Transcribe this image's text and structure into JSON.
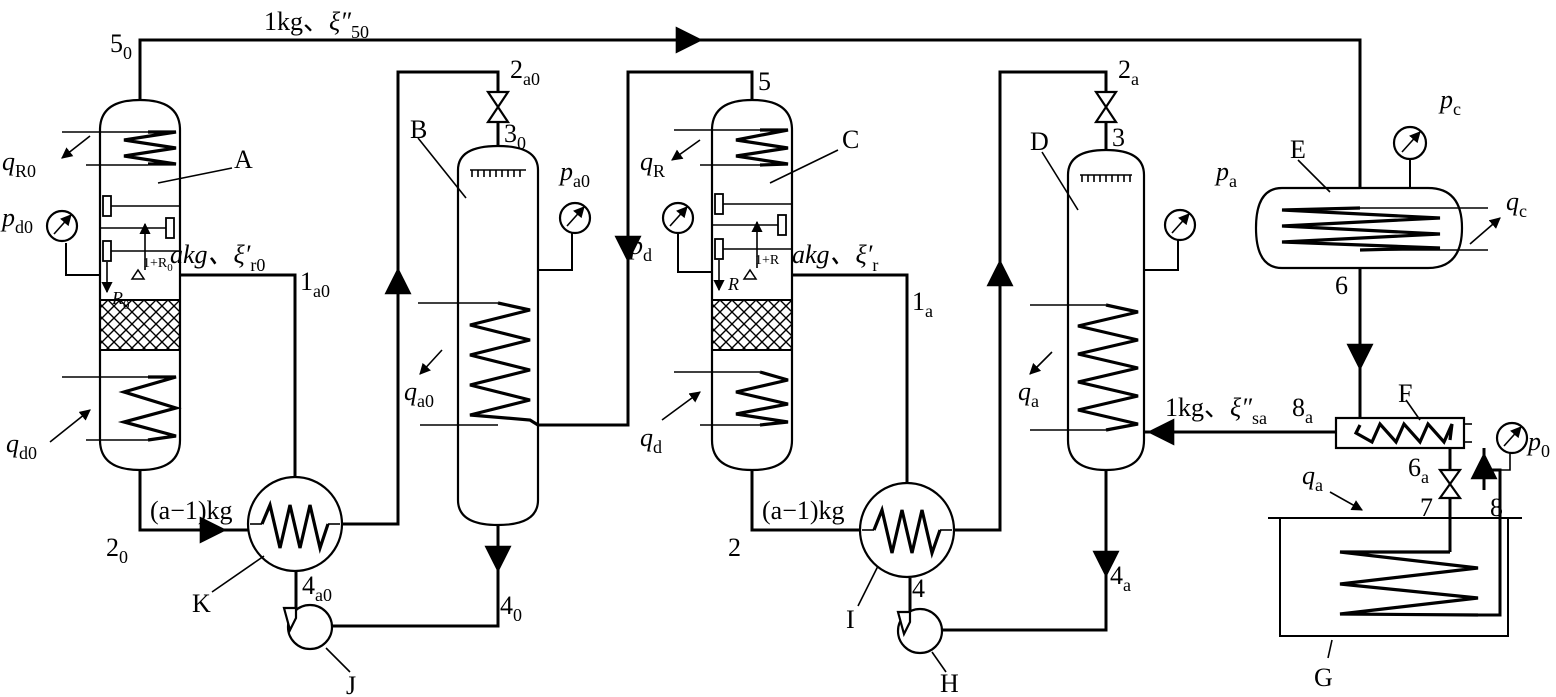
{
  "labels": {
    "A": "A",
    "B": "B",
    "C": "C",
    "D": "D",
    "E": "E",
    "F": "F",
    "G": "G",
    "H": "H",
    "I": "I",
    "J": "J",
    "K": "K"
  },
  "points": {
    "p5_0": "5",
    "p5_0_sub": "0",
    "p2_0": "2",
    "p2_0_sub": "0",
    "p1a0": "1",
    "p1a0_sub": "a0",
    "p2a0": "2",
    "p2a0_sub": "a0",
    "p3_0": "3",
    "p3_0_sub": "0",
    "p4_0": "4",
    "p4_0_sub": "0",
    "p4a0": "4",
    "p4a0_sub": "a0",
    "p5": "5",
    "p2": "2",
    "p1a": "1",
    "p1a_sub": "a",
    "p2a": "2",
    "p2a_sub": "a",
    "p3": "3",
    "p4": "4",
    "p4a": "4",
    "p4a_sub": "a",
    "p6": "6",
    "p6a": "6",
    "p6a_sub": "a",
    "p7": "7",
    "p8": "8",
    "p8a": "8",
    "p8a_sub": "a"
  },
  "flows": {
    "top_main": "1kg、",
    "top_xi": "ξ″",
    "top_xi_sub": "50",
    "a0_main": "akg、",
    "a0_xi": "ξ′",
    "a0_xi_sub": "r0",
    "a_main": "akg、",
    "a_xi": "ξ′",
    "a_xi_sub": "r",
    "bottom_a1_0": "(a−1)kg",
    "bottom_a1": "(a−1)kg",
    "sa_main": "1kg、",
    "sa_xi": "ξ″",
    "sa_xi_sub": "sa",
    "reflux0_ratio": "1+R",
    "reflux0_ratio_sub": "0",
    "reflux0_R": "R",
    "reflux0_R_sub": "0",
    "reflux_ratio": "1+R",
    "reflux_R": "R"
  },
  "heats": {
    "qR0": "q",
    "qR0_sub": "R0",
    "qd0": "q",
    "qd0_sub": "d0",
    "qa0": "q",
    "qa0_sub": "a0",
    "qR": "q",
    "qR_sub": "R",
    "qd": "q",
    "qd_sub": "d",
    "qa_D": "q",
    "qa_D_sub": "a",
    "qc": "q",
    "qc_sub": "c",
    "qa_G": "q",
    "qa_G_sub": "a"
  },
  "pressures": {
    "pd0": "p",
    "pd0_sub": "d0",
    "pa0": "p",
    "pa0_sub": "a0",
    "pd": "p",
    "pd_sub": "d",
    "pc": "p",
    "pc_sub": "c",
    "pa": "p",
    "pa_sub": "a",
    "p0": "p",
    "p0_sub": "0"
  }
}
